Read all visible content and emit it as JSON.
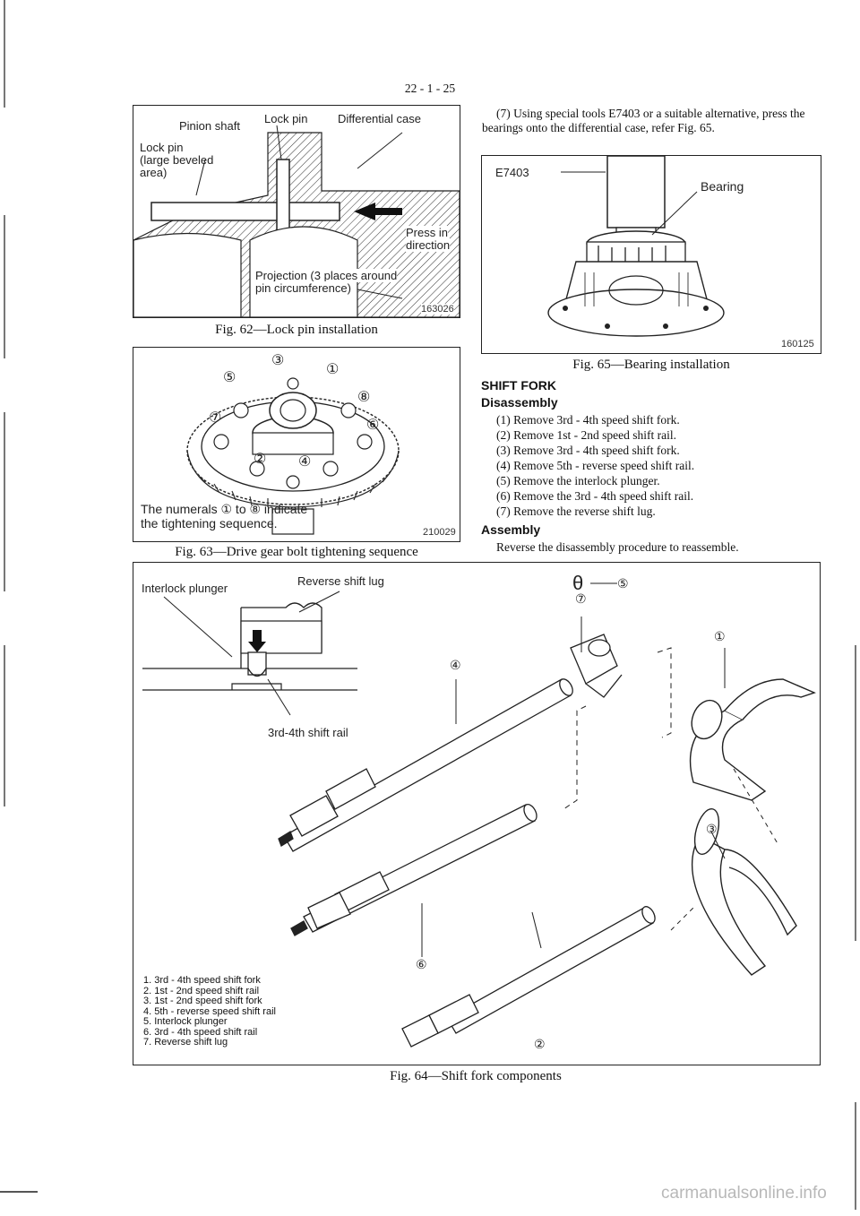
{
  "page_number": "22 - 1 - 25",
  "fig62": {
    "caption": "Fig. 62—Lock pin installation",
    "number": "163026",
    "labels": {
      "pinion_shaft": "Pinion shaft",
      "lock_pin": "Lock pin",
      "differential_case": "Differential case",
      "lock_pin_beveled_1": "Lock pin",
      "lock_pin_beveled_2": "(large beveled",
      "lock_pin_beveled_3": "area)",
      "press_1": "Press in",
      "press_2": "direction",
      "projection_1": "Projection (3 places around",
      "projection_2": "pin circumference)"
    }
  },
  "fig63": {
    "caption": "Fig. 63—Drive gear bolt tightening sequence",
    "number": "210029",
    "note_1": "The numerals ① to ⑧ indicate",
    "note_2": "the tightening sequence.",
    "sequence": [
      "①",
      "②",
      "③",
      "④",
      "⑤",
      "⑥",
      "⑦",
      "⑧"
    ]
  },
  "intro": "(7) Using special tools E7403 or a suitable alternative, press the bearings onto the differential case, refer Fig. 65.",
  "fig65": {
    "caption": "Fig. 65—Bearing installation",
    "number": "160125",
    "tool_label": "E7403",
    "bearing_label": "Bearing"
  },
  "section_title": "SHIFT FORK",
  "disassembly": {
    "title": "Disassembly",
    "steps": [
      "(1) Remove 3rd - 4th speed shift fork.",
      "(2) Remove 1st - 2nd speed shift rail.",
      "(3) Remove 3rd - 4th speed shift fork.",
      "(4) Remove 5th - reverse speed shift rail.",
      "(5) Remove the interlock plunger.",
      "(6) Remove the 3rd - 4th speed shift rail.",
      "(7) Remove the reverse shift lug."
    ]
  },
  "assembly": {
    "title": "Assembly",
    "text": "Reverse the disassembly procedure to reassemble."
  },
  "fig64": {
    "caption": "Fig. 64—Shift fork components",
    "labels": {
      "interlock_plunger": "Interlock plunger",
      "reverse_shift_lug": "Reverse shift lug",
      "rail_34": "3rd-4th shift rail"
    },
    "callouts": {
      "c1": "①",
      "c2": "②",
      "c3": "③",
      "c4": "④",
      "c6": "⑥",
      "c7": "⑦",
      "c5_top": "⑤"
    },
    "legend": [
      "1. 3rd - 4th speed shift fork",
      "2. 1st - 2nd speed shift rail",
      "3. 1st - 2nd speed shift fork",
      "4. 5th - reverse speed shift rail",
      "5. Interlock plunger",
      "6. 3rd - 4th speed shift rail",
      "7. Reverse shift lug"
    ]
  },
  "watermark": "carmanualsonline.info"
}
